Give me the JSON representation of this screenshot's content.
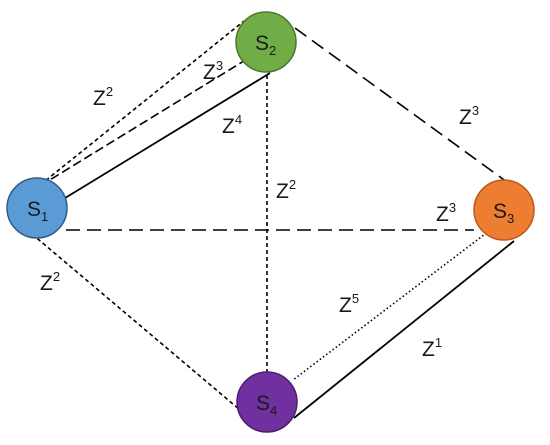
{
  "nodes": [
    {
      "id": "s1",
      "base": "S",
      "sub": "1",
      "color": "#5b9bd5"
    },
    {
      "id": "s2",
      "base": "S",
      "sub": "2",
      "color": "#70ad47"
    },
    {
      "id": "s3",
      "base": "S",
      "sub": "3",
      "color": "#ed7d31"
    },
    {
      "id": "s4",
      "base": "S",
      "sub": "4",
      "color": "#7030a0"
    }
  ],
  "edges": [
    {
      "id": "s1-s2-outer",
      "from": "s1",
      "to": "s2",
      "style": "short-dash",
      "label_base": "Z",
      "label_exp": "2"
    },
    {
      "id": "s1-s2-middle",
      "from": "s1",
      "to": "s2",
      "style": "dash",
      "label_base": "Z",
      "label_exp": "3"
    },
    {
      "id": "s1-s2-inner",
      "from": "s1",
      "to": "s2",
      "style": "solid",
      "label_base": "Z",
      "label_exp": "4"
    },
    {
      "id": "s2-s3",
      "from": "s2",
      "to": "s3",
      "style": "long-dash",
      "label_base": "Z",
      "label_exp": "3"
    },
    {
      "id": "s2-s4",
      "from": "s2",
      "to": "s4",
      "style": "short-dash",
      "label_base": "Z",
      "label_exp": "2"
    },
    {
      "id": "s1-s3",
      "from": "s1",
      "to": "s3",
      "style": "long-dash",
      "label_base": "Z",
      "label_exp": "3"
    },
    {
      "id": "s1-s4",
      "from": "s1",
      "to": "s4",
      "style": "short-dash",
      "label_base": "Z",
      "label_exp": "2"
    },
    {
      "id": "s3-s4-dotted",
      "from": "s3",
      "to": "s4",
      "style": "dotted",
      "label_base": "Z",
      "label_exp": "5"
    },
    {
      "id": "s3-s4-solid",
      "from": "s3",
      "to": "s4",
      "style": "solid",
      "label_base": "Z",
      "label_exp": "1"
    }
  ]
}
